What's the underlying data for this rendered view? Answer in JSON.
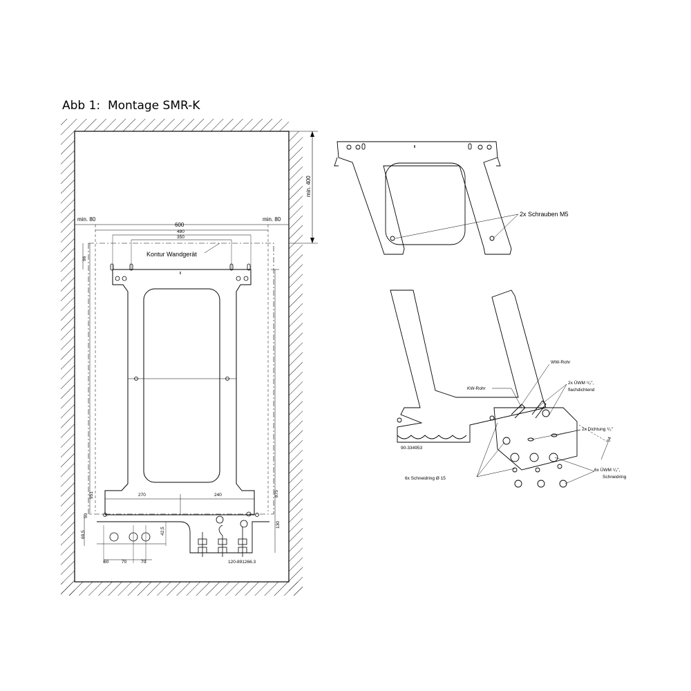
{
  "title": "Abb 1:  Montage SMR-K",
  "front_view": {
    "labels": {
      "min80_left": "min. 80",
      "min80_right": "min. 80",
      "min400": "min. 400",
      "kontur": "Kontur Wandgerät"
    },
    "dims": {
      "w600": "600",
      "w480": "480",
      "w350": "350",
      "h96": "96",
      "h951": "951",
      "h875": "875",
      "w270": "270",
      "w240": "240",
      "h50": "50",
      "h69_5": "69,5",
      "h42_5": "42,5",
      "h130": "130",
      "w60": "60",
      "w70a": "70",
      "w70b": "70"
    },
    "part_number": "120-891266.3"
  },
  "iso_view": {
    "labels": {
      "schrauben": "2x Schrauben M5",
      "ww_rohr": "WW-Rohr",
      "kw_rohr": "KW-Rohr",
      "uwm_flach_1": "2x ÜWM ¹/₂\",",
      "uwm_flach_2": "flachdichtend",
      "dichtung": "2x Dichtung ¹/₂\"",
      "schneidring": "6x Schneidring Ø 15",
      "uwm_schneid_1": "6x ÜWM ¹/₂\",",
      "uwm_schneid_2": "Schneidring",
      "dim_64": "64"
    },
    "part_number": "90-334953"
  }
}
